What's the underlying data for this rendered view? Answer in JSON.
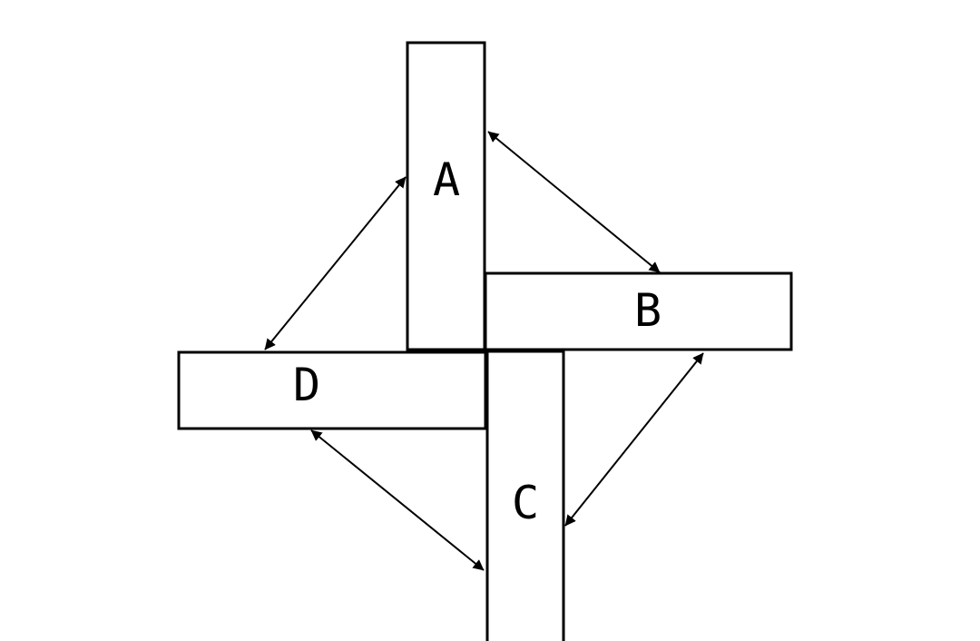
{
  "diagram": {
    "blocks": [
      {
        "id": "A",
        "label": "A"
      },
      {
        "id": "B",
        "label": "B"
      },
      {
        "id": "C",
        "label": "C"
      },
      {
        "id": "D",
        "label": "D"
      }
    ],
    "connections": [
      {
        "from": "A",
        "to": "B",
        "bidirectional": true
      },
      {
        "from": "B",
        "to": "C",
        "bidirectional": true
      },
      {
        "from": "C",
        "to": "D",
        "bidirectional": true
      },
      {
        "from": "D",
        "to": "A",
        "bidirectional": true
      }
    ],
    "stroke_color": "#000000",
    "background_color": "#ffffff"
  }
}
